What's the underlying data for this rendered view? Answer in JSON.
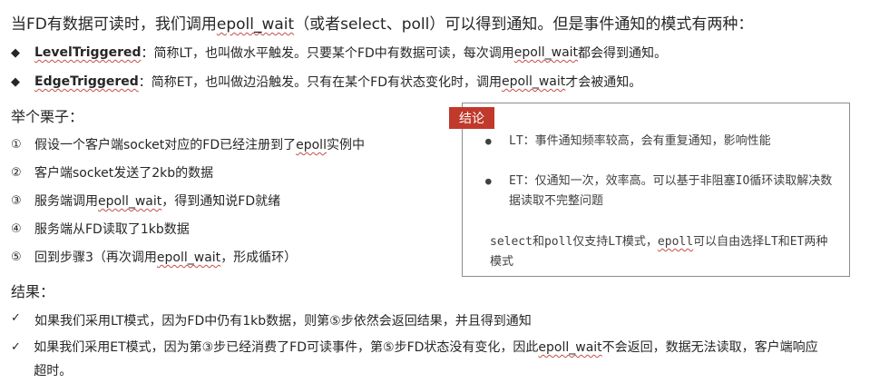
{
  "intro": {
    "before": "当FD有数据可读时，我们调用",
    "epoll": "epoll_wait",
    "after": "（或者select、poll）可以得到通知。但是事件通知的模式有两种："
  },
  "modes": [
    {
      "term": "LevelTriggered",
      "rest_before": "：简称LT，也叫做水平触发。只要某个FD中有数据可读，每次调用",
      "epoll": "epoll_wait",
      "rest_after": "都会得到通知。"
    },
    {
      "term": "EdgeTriggered",
      "rest_before": "：简称ET，也叫做边沿触发。只有在某个FD有状态变化时，调用",
      "epoll": "epoll_wait",
      "rest_after": "才会被通知。"
    }
  ],
  "example_heading": "举个栗子：",
  "steps": [
    {
      "num": "①",
      "before": "假设一个客户端socket对应的FD已经注册到了",
      "epoll": "epoll",
      "after": "实例中"
    },
    {
      "num": "②",
      "before": "客户端socket发送了2kb的数据",
      "epoll": "",
      "after": ""
    },
    {
      "num": "③",
      "before": "服务端调用",
      "epoll": "epoll_wait",
      "after": "，得到通知说FD就绪"
    },
    {
      "num": "④",
      "before": "服务端从FD读取了1kb数据",
      "epoll": "",
      "after": ""
    },
    {
      "num": "⑤",
      "before": "回到步骤3（再次调用",
      "epoll": "epoll_wait",
      "after": "，形成循环）"
    }
  ],
  "result_heading": "结果：",
  "results": [
    {
      "before": "如果我们采用LT模式，因为FD中仍有1kb数据，则第⑤步依然会返回结果，并且得到通知",
      "epoll": "",
      "after": ""
    },
    {
      "before": "如果我们采用ET模式，因为第③步已经消费了FD可读事件，第⑤步FD状态没有变化，因此",
      "epoll": "epoll_wait",
      "after": "不会返回，数据无法读取，客户端响应超时。"
    }
  ],
  "conclusion": {
    "tag": "结论",
    "items": [
      "LT：事件通知频率较高，会有重复通知，影响性能",
      "ET：仅通知一次，效率高。可以基于非阻塞IO循环读取解决数据读取不完整问题"
    ],
    "note_before": "select和poll仅支持LT模式，",
    "note_epoll": "epoll",
    "note_after": "可以自由选择LT和ET两种模式"
  },
  "colors": {
    "tag_bg": "#c0392b",
    "underline": "#c0504d",
    "text": "#262626"
  }
}
